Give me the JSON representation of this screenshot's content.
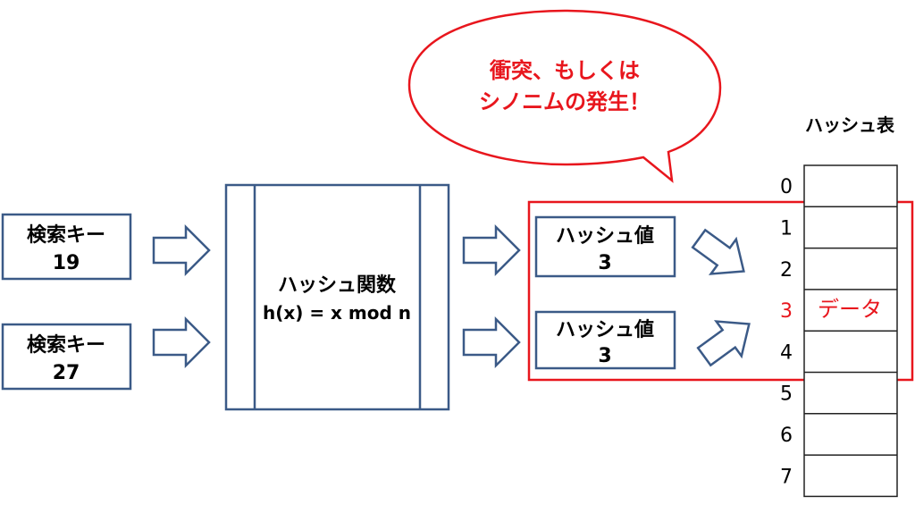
{
  "colors": {
    "box_stroke": "#3b5a87",
    "highlight": "#e8161d",
    "table_stroke": "#222222",
    "text": "#000000"
  },
  "callout": {
    "line1": "衝突、もしくは",
    "line2": "シノニムの発生！"
  },
  "search_keys": [
    {
      "label": "検索キー",
      "value": "19"
    },
    {
      "label": "検索キー",
      "value": "27"
    }
  ],
  "hash_function": {
    "title": "ハッシュ関数",
    "formula": "h(x) = x mod n"
  },
  "hash_values": [
    {
      "label": "ハッシュ値",
      "value": "3"
    },
    {
      "label": "ハッシュ値",
      "value": "3"
    }
  ],
  "hash_table": {
    "title": "ハッシュ表",
    "indices": [
      "0",
      "1",
      "2",
      "3",
      "4",
      "5",
      "6",
      "7"
    ],
    "highlight_index": "3",
    "data_label": "データ"
  }
}
